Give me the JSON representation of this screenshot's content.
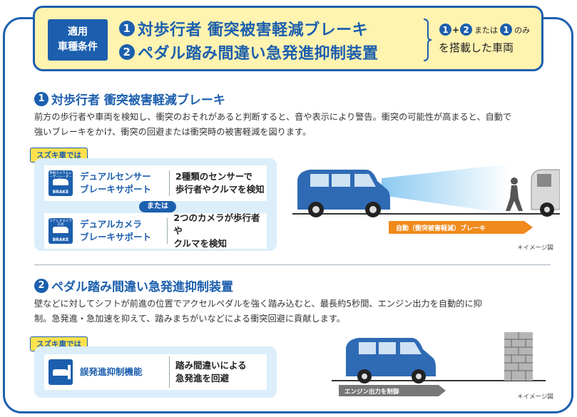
{
  "banner": {
    "condition_line1": "適用",
    "condition_line2": "車種条件",
    "feature1_num": "1",
    "feature1": "対歩行者 衝突被害軽減ブレーキ",
    "feature2_num": "2",
    "feature2": "ペダル踏み間違い急発進抑制装置",
    "combo_a": "1",
    "combo_plus": "+",
    "combo_b": "2",
    "combo_or": "または",
    "combo_c": "1",
    "combo_only": "のみ",
    "equipped": "を搭載した車両"
  },
  "section1": {
    "num": "1",
    "title": "対歩行者 衝突被害軽減ブレーキ",
    "desc_line1": "前方の歩行者や車両を検知し、衝突のおそれがあると判断すると、音や表示により警告。衝突の可能性が高まると、自動で",
    "desc_line2": "強いブレーキをかけ、衝突の回避または衝突時の被害軽減を図ります。",
    "tag": "スズキ車では",
    "systems": [
      {
        "icon_caption": "単眼カメラ＆レーザーレーダー方式",
        "icon_brake": "BRAKE",
        "name_line1": "デュアルセンサー",
        "name_line2": "ブレーキサポート",
        "desc_line1": "2種類のセンサーで",
        "desc_line2": "歩行者やクルマを検知"
      },
      {
        "icon_caption": "ステレオカメラ方式",
        "icon_brake": "BRAKE",
        "name_line1": "デュアルカメラ",
        "name_line2": "ブレーキサポート",
        "desc_line1": "2つのカメラが歩行者や",
        "desc_line2": "クルマを検知"
      }
    ],
    "or_label": "または",
    "arrow_label": "自動（衝突被害軽減）ブレーキ",
    "image_note": "＊イメージ図"
  },
  "section2": {
    "num": "2",
    "title": "ペダル踏み間違い急発進抑制装置",
    "desc_line1": "壁などに対してシフトが前進の位置でアクセルペダルを強く踏み込むと、最長約5秒間、エンジン出力を自動的に抑",
    "desc_line2": "制。急発進・急加速を抑えて、踏みまちがいなどによる衝突回避に貢献します。",
    "tag": "スズキ車では",
    "system_name": "誤発進抑制機能",
    "system_desc_line1": "踏み間違いによる",
    "system_desc_line2": "急発進を回避",
    "arrow_label": "エンジン出力を制御",
    "image_note": "＊イメージ図"
  },
  "colors": {
    "brand_blue": "#1c5fae",
    "banner_yellow": "#fff3b0",
    "tag_yellow": "#ffe14d",
    "panel_blue": "#dbeefa",
    "arrow_orange": "#f08a1c",
    "arrow_gray": "#777777"
  }
}
